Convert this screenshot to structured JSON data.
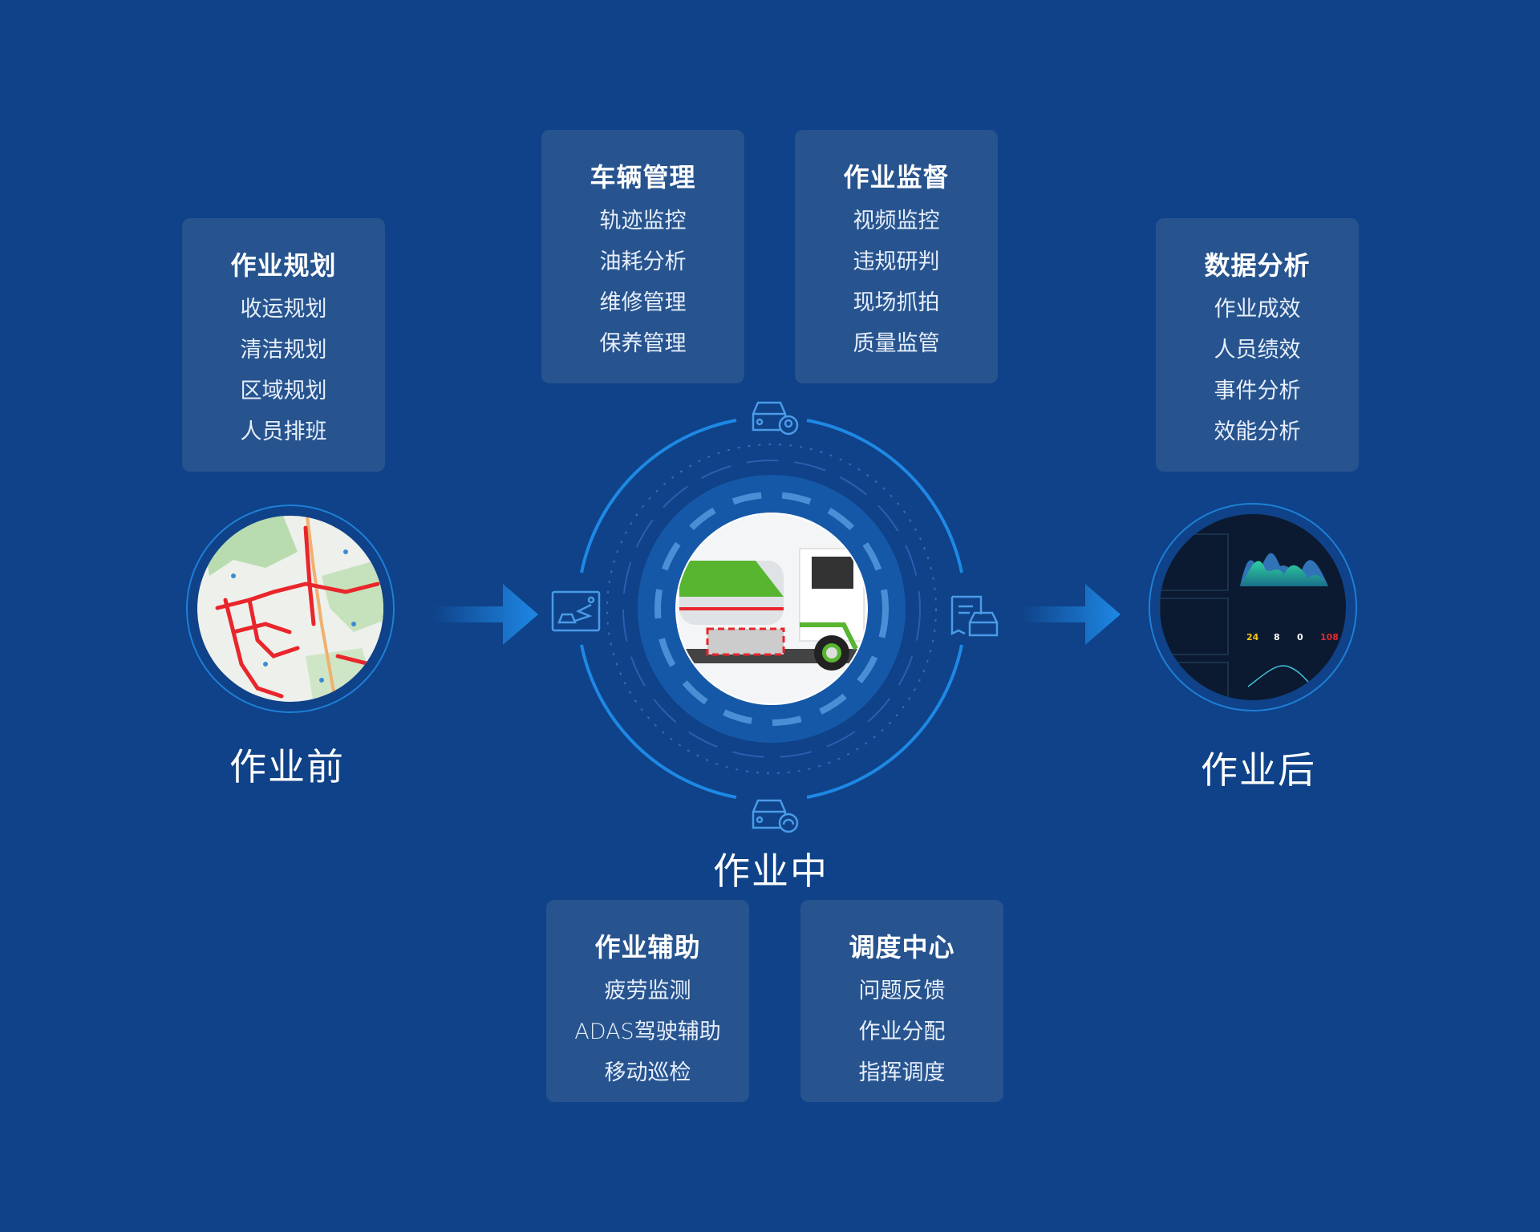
{
  "cards": {
    "planning": {
      "title": "作业规划",
      "items": [
        "收运规划",
        "清洁规划",
        "区域规划",
        "人员排班"
      ]
    },
    "vehicle": {
      "title": "车辆管理",
      "items": [
        "轨迹监控",
        "油耗分析",
        "维修管理",
        "保养管理"
      ]
    },
    "supervision": {
      "title": "作业监督",
      "items": [
        "视频监控",
        "违规研判",
        "现场抓拍",
        "质量监管"
      ]
    },
    "analysis": {
      "title": "数据分析",
      "items": [
        "作业成效",
        "人员绩效",
        "事件分析",
        "效能分析"
      ]
    },
    "assist": {
      "title": "作业辅助",
      "items": [
        "疲劳监测",
        "ADAS驾驶辅助",
        "移动巡检"
      ]
    },
    "dispatch": {
      "title": "调度中心",
      "items": [
        "问题反馈",
        "作业分配",
        "指挥调度"
      ]
    }
  },
  "stages": {
    "before": "作业前",
    "during": "作业中",
    "after": "作业后"
  },
  "dashboard": {
    "stats": [
      "24",
      "8",
      "0",
      "108"
    ]
  },
  "colors": {
    "background": "#0f4288",
    "card": "#27548f",
    "accent": "#1e88e5"
  }
}
